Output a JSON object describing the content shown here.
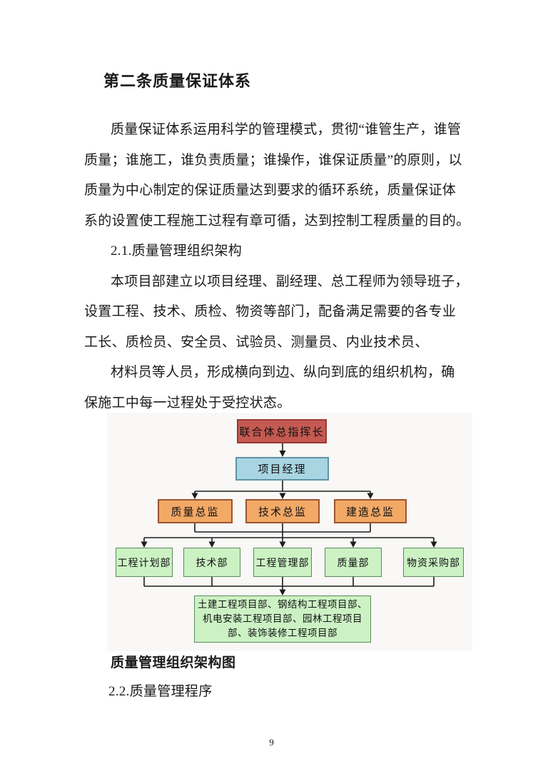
{
  "document": {
    "title": "第二条质量保证体系",
    "paragraph1": [
      "质量保证体系运用科学的管理模式，贯彻“谁管生产，谁管",
      "质量；谁施工，谁负责质量；谁操作，谁保证质量”的原则，以",
      "质量为中心制定的保证质量达到要求的循环系统，质量保证体",
      "系的设置使工程施工过程有章可循，达到控制工程质量的目的。"
    ],
    "section_2_1": "2.1.质量管理组织架构",
    "paragraph2": [
      "本项目部建立以项目经理、副经理、总工程师为领导班子，",
      "设置工程、技术、质检、物资等部门，配备满足需要的各专业",
      "工长、质检员、安全员、试验员、测量员、内业技术员、",
      "材料员等人员，形成横向到边、纵向到底的组织机构，确",
      "保施工中每一过程处于受控状态。"
    ],
    "figure_caption": "质量管理组织架构图",
    "section_2_2": "2.2.质量管理程序",
    "page_number": "9"
  },
  "diagram": {
    "commander": "联合体总指挥长",
    "project_manager": "项目经理",
    "directors": [
      "质量总监",
      "技术总监",
      "建造总监"
    ],
    "departments": [
      "工程计划部",
      "技术部",
      "工程管理部",
      "质量部",
      "物资采购部"
    ],
    "project_divisions": "土建工程项目部、钢结构工程项目部、\n机电安装工程项目部、园林工程项目\n部、装饰装修工程项目部",
    "colors": {
      "commander_fill": "#c45a52",
      "commander_border": "#993a33",
      "manager_fill": "#a9d5e2",
      "manager_border": "#5d93a4",
      "director_fill": "#f3a966",
      "director_border": "#9c5530",
      "department_fill": "#ccf2c4",
      "department_border": "#5c8a5c",
      "line": "#1c1c1c"
    }
  }
}
